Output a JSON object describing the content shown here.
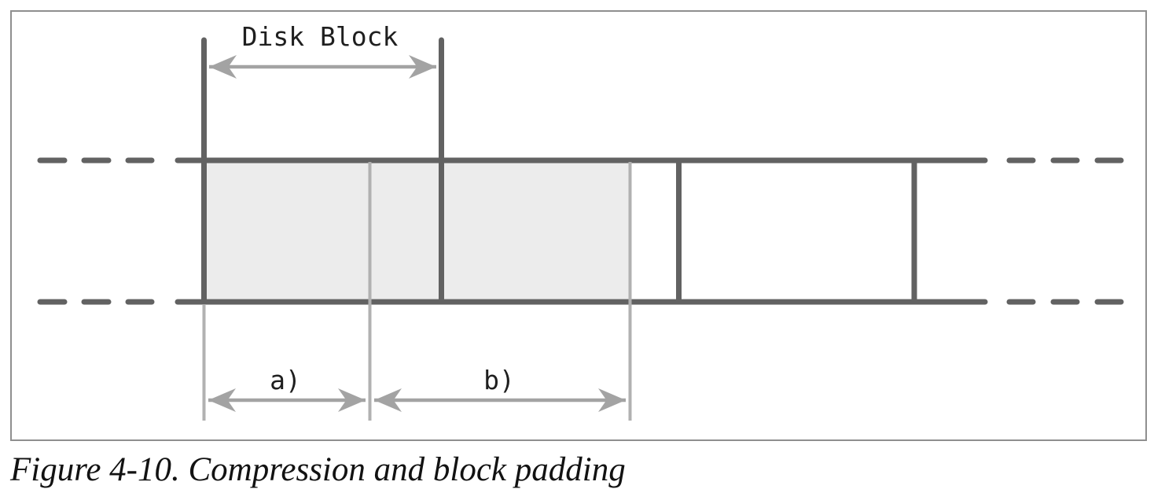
{
  "figure": {
    "caption": "Figure 4-10. Compression and block padding",
    "labels": {
      "disk_block": "Disk Block",
      "a": "a)",
      "b": "b)"
    }
  },
  "colors": {
    "dark": "#626262",
    "light": "#b1b1b1",
    "arrow": "#a3a3a3",
    "shade": "#ececec",
    "border": "#8f8f8f",
    "label": "#1f1f1f",
    "caption": "#121212"
  }
}
